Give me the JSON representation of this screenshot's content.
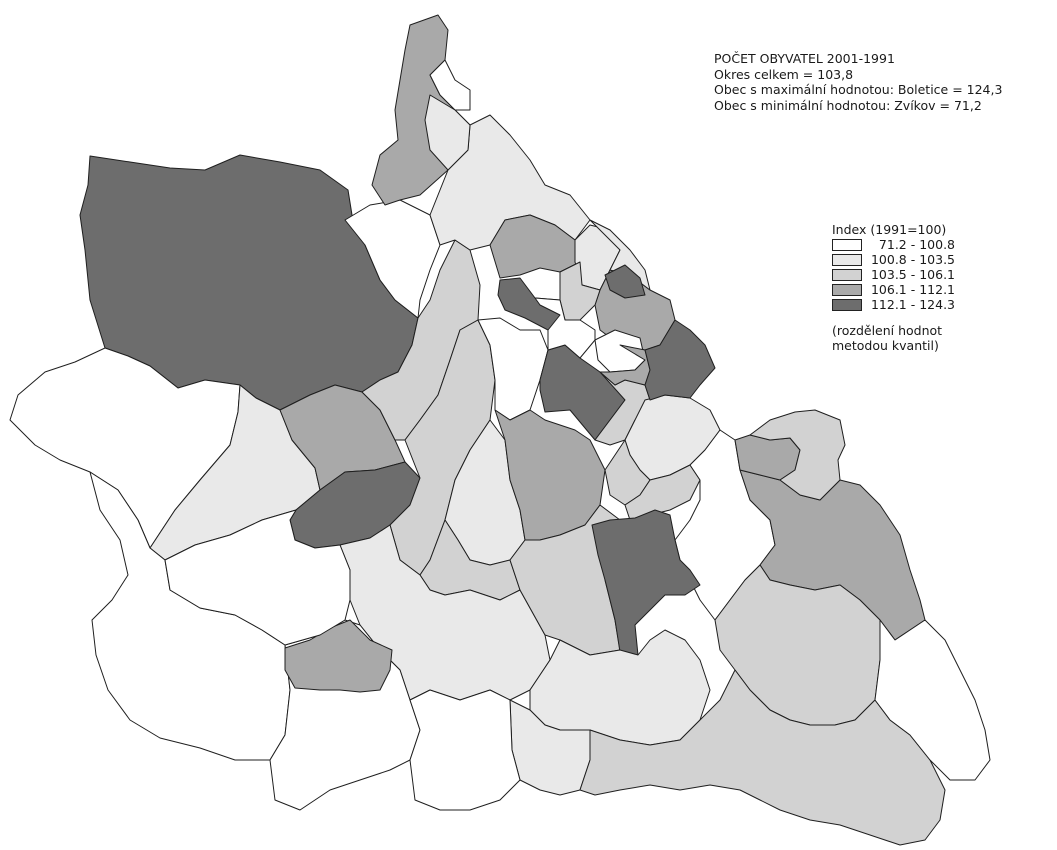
{
  "info": {
    "title": "POČET OBYVATEL 2001-1991",
    "total_line": "Okres celkem = 103,8",
    "max_line": "Obec s maximální hodnotou: Boletice = 124,3",
    "min_line": "Obec s minimální hodnotou: Zvíkov = 71,2"
  },
  "legend": {
    "title": "Index (1991=100)",
    "classes": [
      {
        "label": "71.2 - 100.8",
        "color": "#ffffff"
      },
      {
        "label": "100.8 - 103.5",
        "color": "#e9e9e9"
      },
      {
        "label": "103.5 - 106.1",
        "color": "#d2d2d2"
      },
      {
        "label": "106.1 - 112.1",
        "color": "#a9a9a9"
      },
      {
        "label": "112.1 - 124.3",
        "color": "#6d6d6d"
      }
    ],
    "note_line1": "(rozdělení hodnot",
    "note_line2": "metodou kvantil)"
  },
  "map_regions": [
    {
      "class": 4
    },
    {
      "class": 0
    },
    {
      "class": 1
    },
    {
      "class": 0
    },
    {
      "class": 3
    },
    {
      "class": 0
    },
    {
      "class": 4
    },
    {
      "class": 3
    },
    {
      "class": 2
    },
    {
      "class": 1
    },
    {
      "class": 3
    },
    {
      "class": 2
    },
    {
      "class": 1
    },
    {
      "class": 0
    },
    {
      "class": 2
    },
    {
      "class": 1
    },
    {
      "class": 3
    },
    {
      "class": 2
    },
    {
      "class": 4
    },
    {
      "class": 1
    },
    {
      "class": 4
    },
    {
      "class": 3
    },
    {
      "class": 0
    },
    {
      "class": 1
    },
    {
      "class": 2
    },
    {
      "class": 0
    },
    {
      "class": 4
    },
    {
      "class": 2
    },
    {
      "class": 1
    },
    {
      "class": 2
    },
    {
      "class": 3
    },
    {
      "class": 2
    },
    {
      "class": 4
    },
    {
      "class": 0
    },
    {
      "class": 4
    },
    {
      "class": 3
    },
    {
      "class": 2
    },
    {
      "class": 3
    },
    {
      "class": 2
    },
    {
      "class": 0
    },
    {
      "class": 3
    },
    {
      "class": 1
    },
    {
      "class": 1
    },
    {
      "class": 2
    },
    {
      "class": 0
    },
    {
      "class": 0
    },
    {
      "class": 0
    },
    {
      "class": 0
    },
    {
      "class": 1
    }
  ]
}
